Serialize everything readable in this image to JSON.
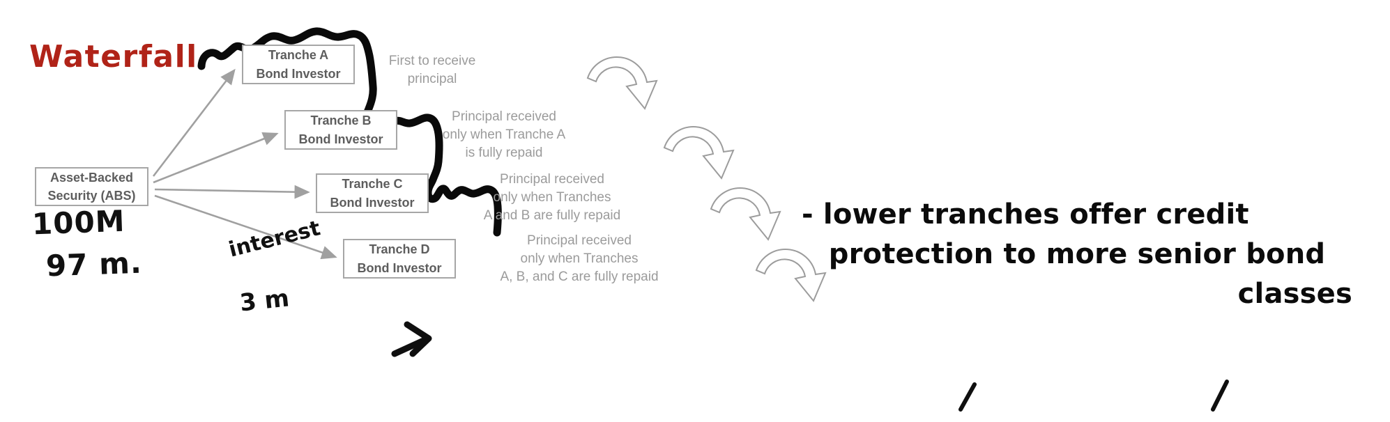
{
  "page": {
    "title": "Waterfall",
    "background": "#ffffff",
    "title_color": "#b02318",
    "box_border_color": "#a6a6a6",
    "box_text_color": "#5d5d5d",
    "caption_color": "#9b9b9b",
    "arrow_color": "#a0a0a0",
    "ink_color": "#111111"
  },
  "diagram": {
    "source_node": {
      "line1": "Asset-Backed",
      "line2": "Security (ABS)"
    },
    "tranches": [
      {
        "id": "a",
        "line1": "Tranche A",
        "line2": "Bond Investor",
        "caption": [
          "First to receive",
          "principal"
        ]
      },
      {
        "id": "b",
        "line1": "Tranche B",
        "line2": "Bond Investor",
        "caption": [
          "Principal received",
          "only when Tranche A",
          "is fully repaid"
        ]
      },
      {
        "id": "c",
        "line1": "Tranche C",
        "line2": "Bond Investor",
        "caption": [
          "Principal received",
          "only when Tranches",
          "A and B are fully repaid"
        ]
      },
      {
        "id": "d",
        "line1": "Tranche D",
        "line2": "Bond Investor",
        "caption": [
          "Principal received",
          "only when Tranches",
          "A, B, and C are fully repaid"
        ]
      }
    ]
  },
  "annotations": {
    "amount_total": "100M",
    "amount_principal": "97 m.",
    "interest_label": "interest",
    "interest_amount": "3 m",
    "note": {
      "line1": "- lower tranches offer credit",
      "line2": "protection to more senior bond",
      "line3": "classes"
    }
  }
}
